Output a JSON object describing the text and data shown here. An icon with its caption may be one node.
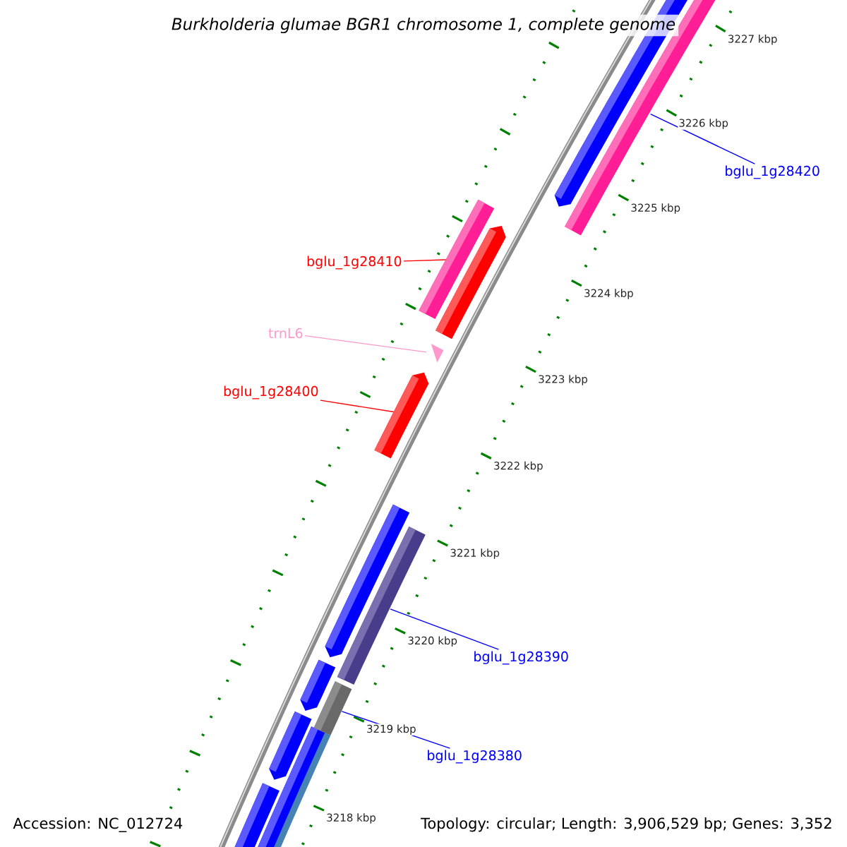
{
  "diagram": {
    "title": "Burkholderia glumae BGR1 chromosome 1, complete genome",
    "nodes": [
      {
        "text": [
          "bglu_1g28420"
        ]
      },
      {
        "text": [
          "bglu_1g28410"
        ]
      },
      {
        "text": [
          "trnL6"
        ]
      },
      {
        "text": [
          "bglu_1g28400"
        ]
      },
      {
        "text": [
          "bglu_1g28390"
        ]
      },
      {
        "text": [
          "bglu_1g28380"
        ]
      },
      {
        "text": [],
        "shape": "bar"
      },
      {
        "text": [],
        "shape": "bar"
      },
      {
        "text": [],
        "shape": "triangle"
      },
      {
        "text": [],
        "shape": "bar"
      },
      {
        "text": [],
        "shape": "bar"
      },
      {
        "text": [],
        "shape": "bar"
      }
    ],
    "edges": [
      {
        "from": 0,
        "to": 6,
        "arrow": "none",
        "color": "#0000ff"
      },
      {
        "from": 1,
        "to": 7,
        "arrow": "none",
        "color": "#ff0000"
      },
      {
        "from": 2,
        "to": 8,
        "arrow": "none",
        "color": "#ff99cc"
      },
      {
        "from": 3,
        "to": 9,
        "arrow": "none",
        "color": "#ff0000"
      },
      {
        "from": 4,
        "to": 10,
        "arrow": "none",
        "color": "#0000ff"
      },
      {
        "from": 5,
        "to": 11,
        "arrow": "none",
        "color": "#0000ff"
      }
    ],
    "labels": [
      "3227 kbp",
      "3226 kbp",
      "3225 kbp",
      "3224 kbp",
      "3223 kbp",
      "3222 kbp",
      "3221 kbp",
      "3220 kbp",
      "3219 kbp",
      "3218 kbp",
      "Accession: NC_012724",
      "Topology: circular; Length: 3,906,529 bp; Genes: 3,352"
    ]
  }
}
